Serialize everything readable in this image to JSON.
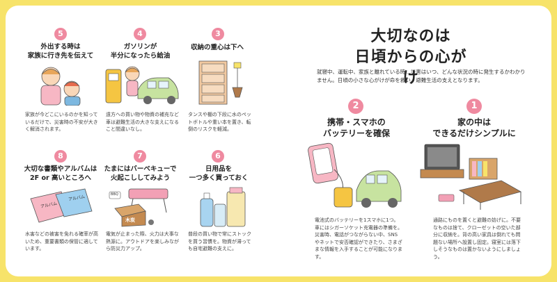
{
  "header": {
    "title_line1": "大切なのは",
    "title_line2": "日頃からの心がけ",
    "intro": "就寝中、運転中、家族と離れている時…災害はいつ、どんな状況の時に発生するかわかりません。日頃の小さな心がけが命を救い、避難生活の支えとなります。"
  },
  "tips": [
    {
      "number": "1",
      "title_line1": "家の中は",
      "title_line2": "できるだけシンプルに",
      "desc": "通路にものを置くと避難の妨げに。不要なものは捨て、クローゼットの空いた部分に収納を。背の高い家具は倒れても問題ない場所へ設置し固定。寝室には落下しそうなものは置かないようにしましょう。"
    },
    {
      "number": "2",
      "title_line1": "携帯・スマホの",
      "title_line2": "バッテリーを確保",
      "desc": "電池式のバッテリーを1スマホに1つ。車にはシガーソケット充電器の準備を。災害時、電話がつながらない中、SNSやネットで安否確認ができたり、さまざまな情報を入手することが可能になります。"
    },
    {
      "number": "3",
      "title_line1": "収納の重心は下へ",
      "title_line2": "",
      "desc": "タンスや棚の下段に水のペットボトルや重い本を置き、転倒のリスクを軽減。"
    },
    {
      "number": "4",
      "title_line1": "ガソリンが",
      "title_line2": "半分になったら給油",
      "desc": "遠方への買い物や物資の補充など車は避難生活の大きな支えになること間違いなし。"
    },
    {
      "number": "5",
      "title_line1": "外出する時は",
      "title_line2": "家族に行き先を伝えて",
      "desc": "家族が今どこにいるのかを知っているだけで、災害時の不安が大きく解消されます。"
    },
    {
      "number": "6",
      "title_line1": "日用品を",
      "title_line2": "一つ多く買っておく",
      "desc": "普段の買い物で常にストックを買う習慣を。物資が滞っても自宅避難の支えに。"
    },
    {
      "number": "7",
      "title_line1": "たまにはバーベキューで",
      "title_line2": "火起こししてみよう",
      "desc": "電気が止まった際、火力は大事な熱源に。アウトドアを楽しみながら防災力アップ。"
    },
    {
      "number": "8",
      "title_line1": "大切な書類やアルバムは",
      "title_line2": "2F or 高いところへ",
      "desc": "水害などの被害を免れる確率が高いため、重要書類の保管に適しています。"
    }
  ],
  "labels": {
    "album1": "アルバム",
    "album2": "アルバム",
    "charcoal": "木炭",
    "bbq": "BBQ"
  },
  "colors": {
    "accent": "#ef8aa0",
    "frame": "#f7e36a"
  }
}
